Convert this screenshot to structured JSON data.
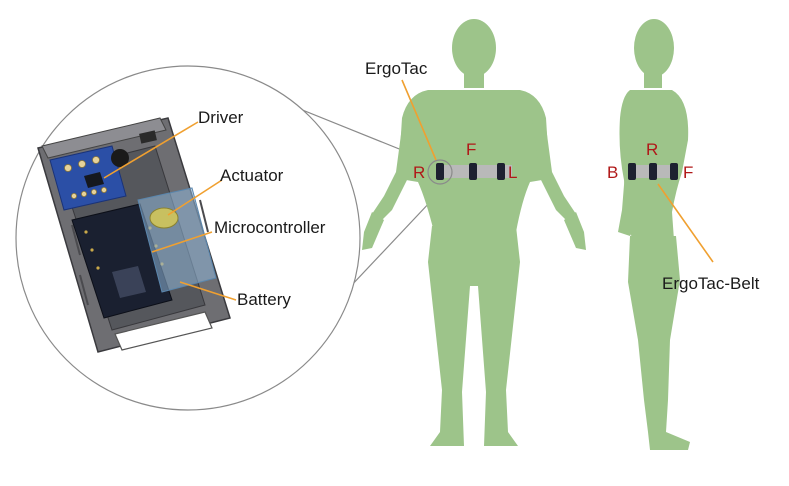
{
  "labels": {
    "driver": "Driver",
    "actuator": "Actuator",
    "microcontroller": "Microcontroller",
    "battery": "Battery",
    "ergotac": "ErgoTac",
    "ergotac_belt": "ErgoTac-Belt"
  },
  "front_view": {
    "right": "R",
    "front": "F",
    "left": "L"
  },
  "side_view": {
    "back": "B",
    "right": "R",
    "front": "F"
  },
  "colors": {
    "body": "#9dc48a",
    "belt": "#b9b9b9",
    "sensor": "#1d2130",
    "direction_label": "#b01818",
    "leader_line": "#f0a030",
    "zoom_line": "#888888"
  }
}
